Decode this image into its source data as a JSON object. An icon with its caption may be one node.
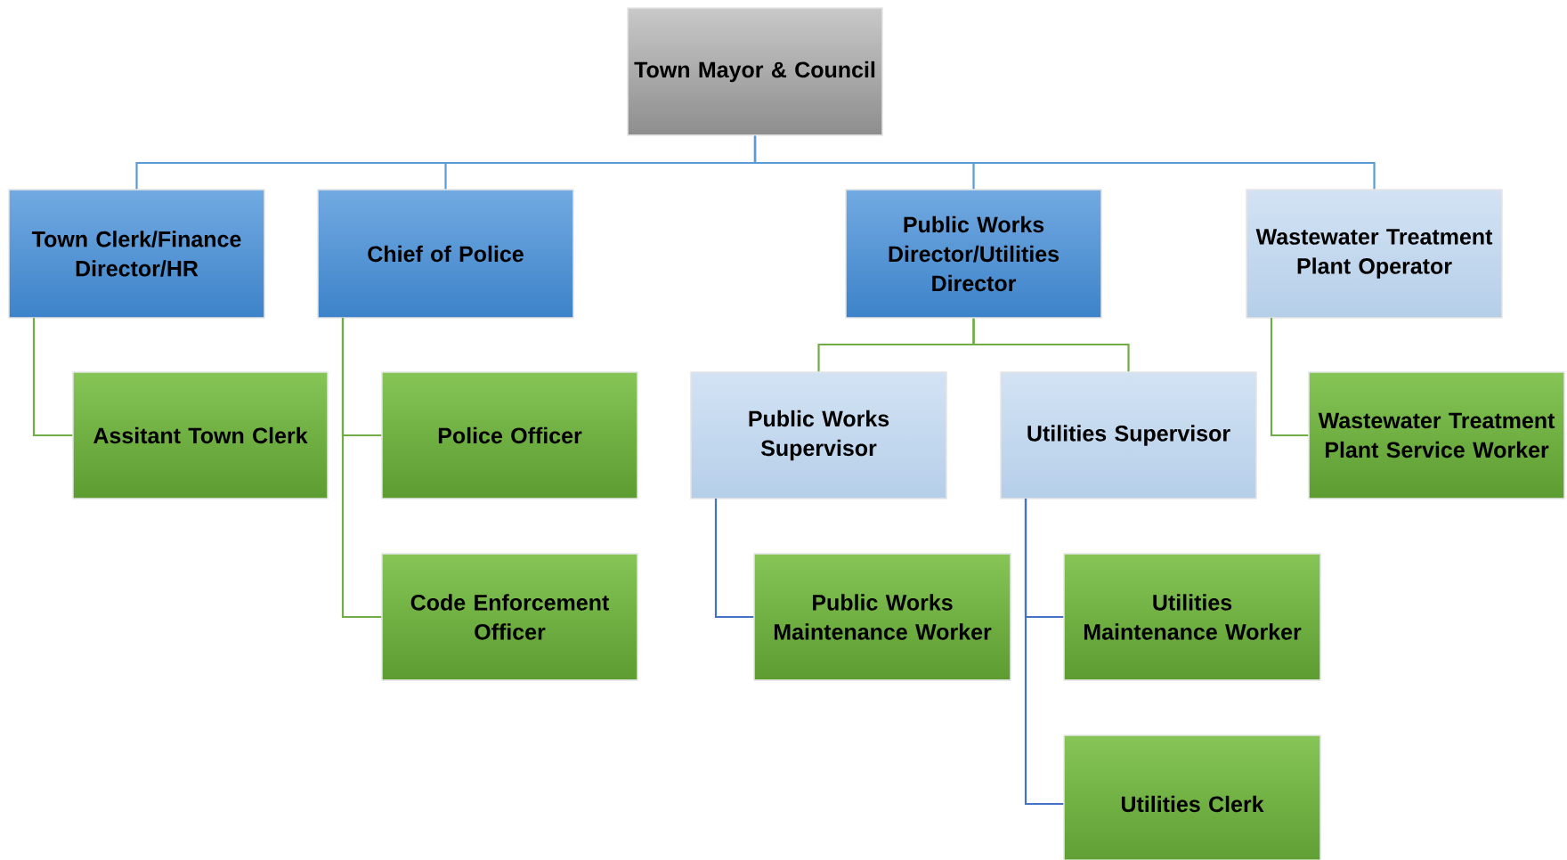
{
  "diagram": {
    "nodes": [
      {
        "text": [
          "Town Mayor & Council"
        ]
      },
      {
        "text": [
          "Town Clerk/Finance Director/HR"
        ]
      },
      {
        "text": [
          "Chief of Police"
        ]
      },
      {
        "text": [
          "Public Works Director/Utilities Director"
        ]
      },
      {
        "text": [
          "Wastewater Treatment Plant Operator"
        ]
      },
      {
        "text": [
          "Assitant Town Clerk"
        ]
      },
      {
        "text": [
          "Police Officer"
        ]
      },
      {
        "text": [
          "Code Enforcement Officer"
        ]
      },
      {
        "text": [
          "Public Works Supervisor"
        ]
      },
      {
        "text": [
          "Utilities Supervisor"
        ]
      },
      {
        "text": [
          "Wastewater Treatment Plant Service Worker"
        ]
      },
      {
        "text": [
          "Public Works Maintenance Worker"
        ]
      },
      {
        "text": [
          "Utilities Maintenance Worker"
        ]
      },
      {
        "text": [
          "Utilities Clerk"
        ]
      }
    ],
    "edges": [
      {
        "from": 0,
        "to": 1,
        "arrow": "none",
        "color": "#5b9bd5"
      },
      {
        "from": 0,
        "to": 2,
        "arrow": "none",
        "color": "#5b9bd5"
      },
      {
        "from": 0,
        "to": 3,
        "arrow": "none",
        "color": "#5b9bd5"
      },
      {
        "from": 0,
        "to": 4,
        "arrow": "none",
        "color": "#5b9bd5"
      },
      {
        "from": 1,
        "to": 5,
        "arrow": "none"
      },
      {
        "from": 2,
        "to": 6,
        "arrow": "none"
      },
      {
        "from": 2,
        "to": 7,
        "arrow": "none"
      },
      {
        "from": 3,
        "to": 8,
        "arrow": "none"
      },
      {
        "from": 3,
        "to": 9,
        "arrow": "none"
      },
      {
        "from": 4,
        "to": 10,
        "arrow": "none"
      },
      {
        "from": 8,
        "to": 11,
        "arrow": "none",
        "color": "#4472c4"
      },
      {
        "from": 9,
        "to": 12,
        "arrow": "none",
        "color": "#4472c4"
      },
      {
        "from": 9,
        "to": 13,
        "arrow": "none",
        "color": "#4472c4"
      }
    ]
  }
}
